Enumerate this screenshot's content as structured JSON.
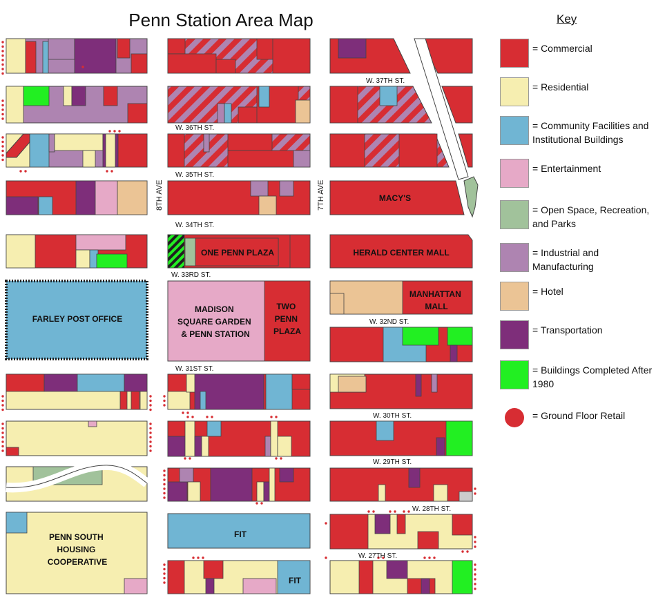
{
  "title": "Penn Station Area Map",
  "colors": {
    "commercial": "#d72d33",
    "residential": "#f6eeb0",
    "community": "#70b5d3",
    "entertainment": "#e6a9c7",
    "open_space": "#a1c29b",
    "industrial": "#ae84b1",
    "hotel": "#ebc495",
    "transportation": "#7e2e7a",
    "new_building": "#22ef22",
    "retail": "#d72d33",
    "outline": "#444444"
  },
  "key": {
    "title": "Key",
    "items": [
      {
        "id": "commercial",
        "label": "= Commercial",
        "color": "#d72d33"
      },
      {
        "id": "residential",
        "label": "= Residential",
        "color": "#f6eeb0"
      },
      {
        "id": "community",
        "label": "= Community Facilities and Institutional Buildings",
        "color": "#70b5d3"
      },
      {
        "id": "entertainment",
        "label": "= Entertainment",
        "color": "#e6a9c7"
      },
      {
        "id": "open-space",
        "label": "= Open Space, Recreation, and Parks",
        "color": "#a1c29b"
      },
      {
        "id": "industrial",
        "label": "= Industrial and Manufacturing",
        "color": "#ae84b1"
      },
      {
        "id": "hotel",
        "label": "= Hotel",
        "color": "#ebc495"
      },
      {
        "id": "transportation",
        "label": "= Transportation",
        "color": "#7e2e7a"
      },
      {
        "id": "new-buildings",
        "label": "= Buildings Completed After 1980",
        "color": "#22ef22"
      },
      {
        "id": "retail",
        "label": "= Ground Floor Retail",
        "color": "#d72d33",
        "shape": "dot"
      }
    ]
  },
  "streets": {
    "w37": "W. 37TH ST.",
    "w36": "W. 36TH ST.",
    "w35": "W. 35TH ST.",
    "w34": "W. 34TH ST.",
    "w33": "W. 33RD ST.",
    "w32": "W. 32ND ST.",
    "w31": "W. 31ST ST.",
    "w30": "W. 30TH ST.",
    "w29": "W. 29TH ST.",
    "w28": "W. 28TH ST.",
    "w27": "W. 27TH ST.",
    "ave8": "8TH AVE",
    "ave7": "7TH AVE"
  },
  "places": {
    "macys": "MACY'S",
    "one_penn": "ONE PENN PLAZA",
    "herald": "HERALD CENTER MALL",
    "farley": "FARLEY POST OFFICE",
    "msg": [
      "MADISON",
      "SQUARE GARDEN",
      "& PENN STATION"
    ],
    "two_penn": [
      "TWO",
      "PENN",
      "PLAZA"
    ],
    "manhattan_mall": [
      "MANHATTAN",
      "MALL"
    ],
    "penn_south": [
      "PENN SOUTH",
      "HOUSING",
      "COOPERATIVE"
    ],
    "fit_large": "FIT",
    "fit_small": "FIT"
  }
}
